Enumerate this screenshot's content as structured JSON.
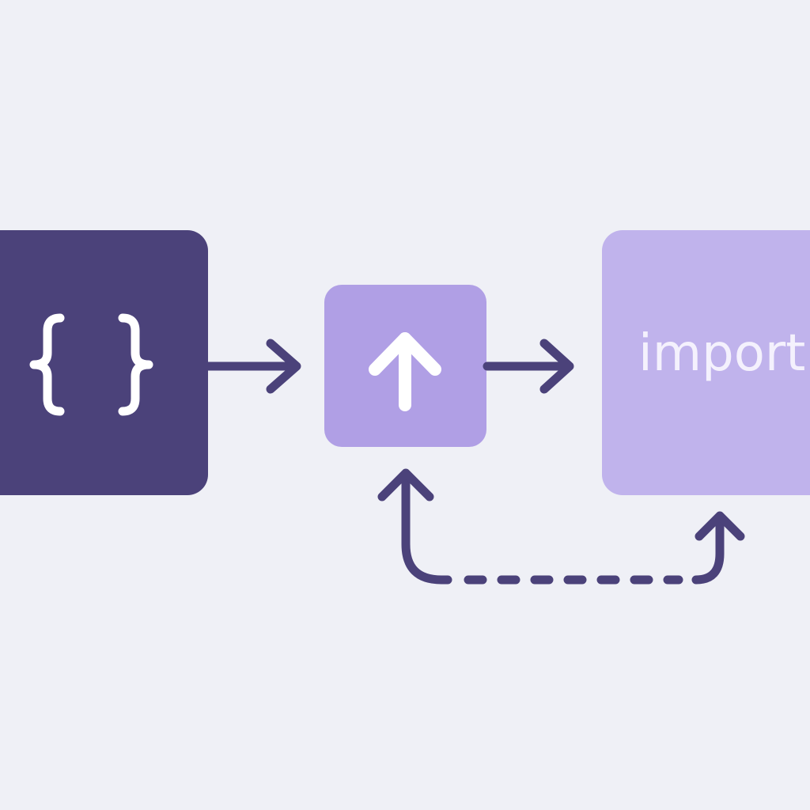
{
  "colors": {
    "background": "#eff0f6",
    "source_box": "#4b427a",
    "upload_box": "#b09fe5",
    "import_box": "#c0b3ec",
    "connector": "#4b427a",
    "glyph": "#ffffff",
    "import_text": "#f4f1fd"
  },
  "nodes": {
    "source": {
      "icon": "curly-braces-icon"
    },
    "upload": {
      "icon": "arrow-up-icon"
    },
    "import": {
      "label": "import"
    }
  },
  "connectors": {
    "source_to_upload": {
      "style": "solid",
      "head": "arrow"
    },
    "upload_to_import": {
      "style": "solid",
      "head": "arrow"
    },
    "import_to_upload_loop": {
      "style": "dashed",
      "head": "arrow-both-ends"
    }
  }
}
